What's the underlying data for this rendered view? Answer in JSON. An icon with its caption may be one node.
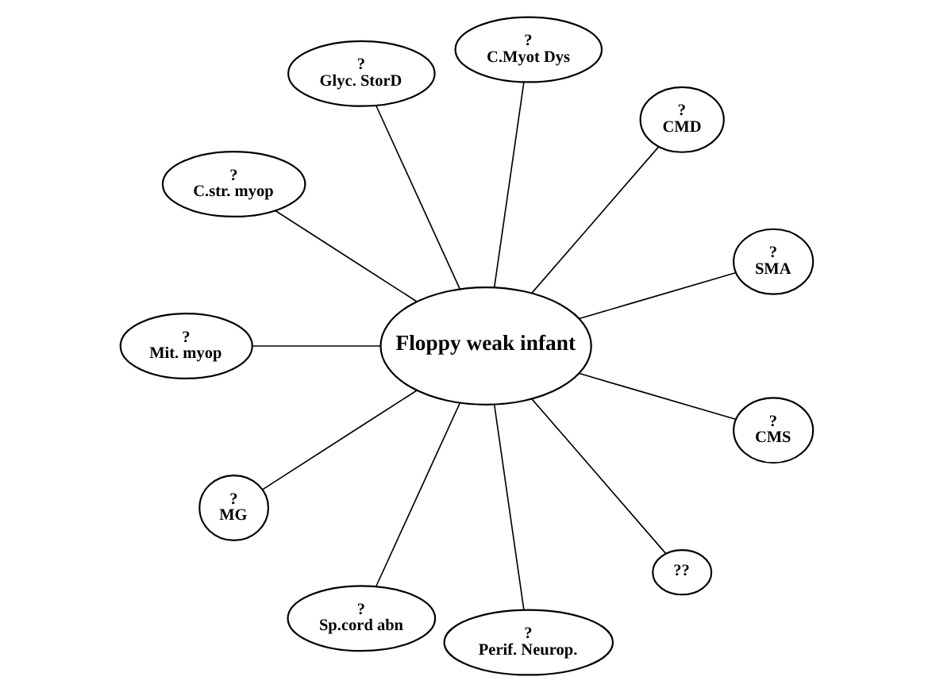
{
  "diagram": {
    "nodes": [
      {
        "text": [
          "?",
          "SMA"
        ]
      },
      {
        "text": [
          "?",
          "CMD"
        ]
      },
      {
        "text": [
          "?",
          "C.Myot Dys"
        ]
      },
      {
        "text": [
          "?",
          "Glyc. StorD"
        ]
      },
      {
        "text": [
          "?",
          "C.str. myop"
        ]
      },
      {
        "text": [
          "?",
          "Mit. myop"
        ]
      },
      {
        "text": [
          "Floppy weak infant"
        ]
      },
      {
        "text": [
          "?",
          "MG"
        ]
      },
      {
        "text": [
          "?",
          "Sp.cord abn"
        ]
      },
      {
        "text": [
          "?",
          "Perif. Neurop."
        ]
      },
      {
        "text": [
          "??"
        ]
      },
      {
        "text": [
          "?",
          "CMS"
        ]
      }
    ],
    "edges": [
      {
        "from": 6,
        "to": 0,
        "arrow": "none"
      },
      {
        "from": 6,
        "to": 1,
        "arrow": "none"
      },
      {
        "from": 6,
        "to": 2,
        "arrow": "none"
      },
      {
        "from": 6,
        "to": 4,
        "arrow": "none"
      },
      {
        "from": 6,
        "to": 7,
        "arrow": "none"
      },
      {
        "from": 6,
        "to": 9,
        "arrow": "none"
      },
      {
        "from": 6,
        "to": 11,
        "arrow": "none"
      },
      {
        "from": 6,
        "to": 10,
        "arrow": "none"
      },
      {
        "from": 6,
        "to": 8,
        "arrow": "none"
      },
      {
        "from": 6,
        "to": 5,
        "arrow": "none"
      },
      {
        "from": 6,
        "to": 3,
        "arrow": "none"
      }
    ]
  }
}
